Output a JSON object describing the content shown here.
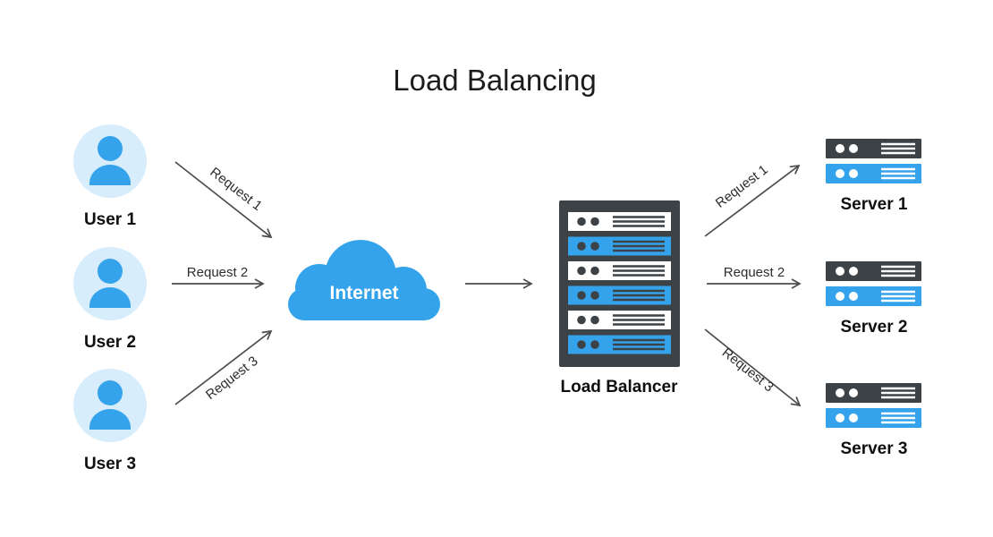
{
  "title": "Load Balancing",
  "nodes": {
    "users": [
      {
        "label": "User 1",
        "icon": "person-icon"
      },
      {
        "label": "User 2",
        "icon": "person-icon"
      },
      {
        "label": "User 3",
        "icon": "person-icon"
      }
    ],
    "internet": {
      "label": "Internet",
      "icon": "cloud-icon"
    },
    "load_balancer": {
      "label": "Load Balancer",
      "icon": "server-rack-icon"
    },
    "servers": [
      {
        "label": "Server 1",
        "icon": "server-icon"
      },
      {
        "label": "Server 2",
        "icon": "server-icon"
      },
      {
        "label": "Server 3",
        "icon": "server-icon"
      }
    ]
  },
  "edges": {
    "user_to_internet": [
      {
        "label": "Request 1"
      },
      {
        "label": "Request 2"
      },
      {
        "label": "Request 3"
      }
    ],
    "lb_to_server": [
      {
        "label": "Request 1"
      },
      {
        "label": "Request 2"
      },
      {
        "label": "Request 3"
      }
    ]
  },
  "colors": {
    "accent_blue": "#34A3EB",
    "light_blue_bg": "#D8EDFB",
    "dark_slate": "#3D4247",
    "arrow_gray": "#4D4D4D",
    "text_dark": "#1c1c1c"
  }
}
